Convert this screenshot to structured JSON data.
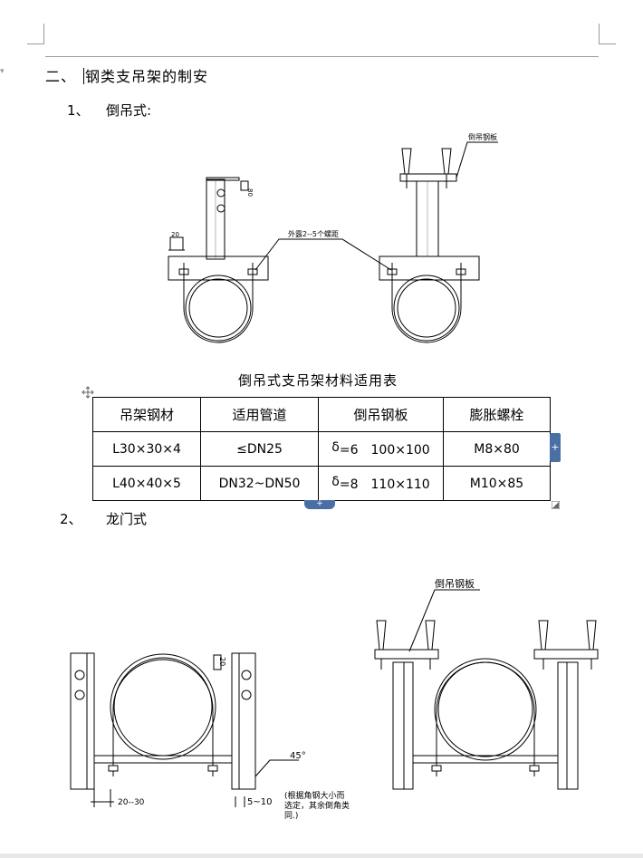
{
  "section": {
    "number": "二、",
    "title": "钢类支吊架的制安"
  },
  "sub1": {
    "number": "1、",
    "title": "倒吊式:"
  },
  "sub2": {
    "number": "2、",
    "title": "龙门式"
  },
  "fig1": {
    "plate_label": "倒吊钢板",
    "thread_label": "外露2--5个螺距",
    "dim_20": "20",
    "dim_80": "80"
  },
  "table": {
    "title": "倒吊式支吊架材料适用表",
    "headers": [
      "吊架钢材",
      "适用管道",
      "倒吊钢板",
      "膨胀螺栓"
    ],
    "rows": [
      {
        "steel": "L30×30×4",
        "pipe": "≤DN25",
        "delta": "δ",
        "plate": "=6　100×100",
        "bolt": "M8×80"
      },
      {
        "steel": "L40×40×5",
        "pipe": "DN32~DN50",
        "delta": "δ",
        "plate": "=8　110×110",
        "bolt": "M10×85"
      }
    ]
  },
  "fig2": {
    "plate_label": "倒吊钢板",
    "angle_label": "45°",
    "dim_20": "20",
    "dim_2030": "20--30",
    "dim_510": "5~10",
    "note": [
      "(根据角钢大小而",
      "选定，其余倒角类",
      "同.)"
    ]
  }
}
